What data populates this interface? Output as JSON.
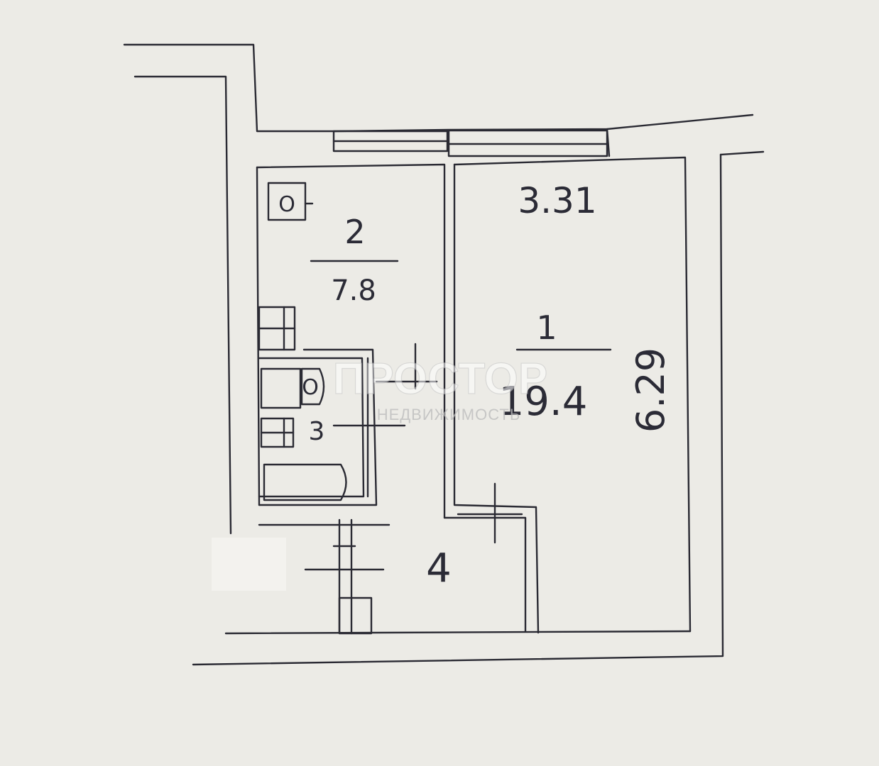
{
  "rooms": [
    {
      "number": "1",
      "area": "19.4"
    },
    {
      "number": "2",
      "area": "7.8"
    },
    {
      "number": "3"
    },
    {
      "number": "4"
    }
  ],
  "dimensions": {
    "room1_width": "3.31",
    "room1_length": "6.29"
  },
  "fixtures": {
    "stove_symbol": "O",
    "sink_symbol": "O"
  },
  "watermark": {
    "brand": "ПРОСТОР",
    "tagline": "НЕДВИЖИМОСТЬ"
  },
  "colors": {
    "paper": "#ecebe6",
    "ink": "#2a2a33"
  }
}
